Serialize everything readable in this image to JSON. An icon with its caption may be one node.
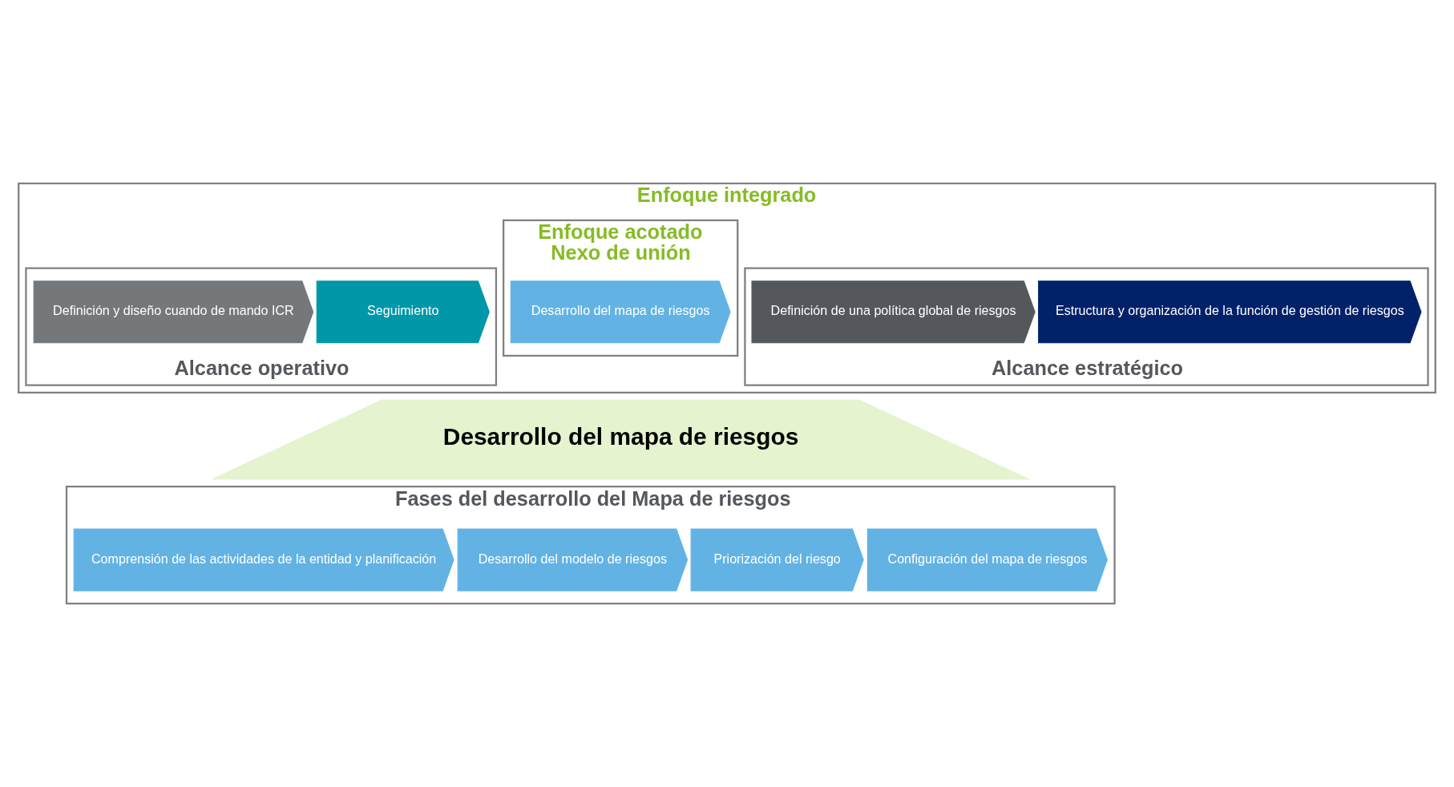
{
  "diagram": {
    "nodes": [
      {
        "text": [
          "Enfoque integrado"
        ]
      },
      {
        "text": [
          "Alcance estratégico"
        ],
        "in": 0
      },
      {
        "text": [
          "Definición de una política global de riesgos"
        ],
        "in": 1
      },
      {
        "text": [
          "Estructura y organización de la función de gestión de riesgos"
        ],
        "in": 1
      },
      {
        "text": [
          "Enfoque acotado",
          "Nexo de unión"
        ],
        "in": 0
      },
      {
        "text": [
          "Desarrollo del mapa de riesgos"
        ],
        "in": 4
      },
      {
        "text": [
          "Alcance operativo"
        ],
        "in": 0
      },
      {
        "text": [
          "Definición y diseño cuando de mando ICR"
        ],
        "in": 6
      },
      {
        "text": [
          "Seguimiento"
        ],
        "in": 6
      },
      {
        "text": [
          "Desarrollo del mapa de riesgos"
        ]
      },
      {
        "text": [
          "Fases del desarrollo del Mapa de riesgos"
        ]
      },
      {
        "text": [
          "Comprensión de las actividades de la entidad y planificación"
        ],
        "in": 10
      },
      {
        "text": [
          "Desarrollo del modelo de riesgos"
        ],
        "in": 10
      },
      {
        "text": [
          "Priorización del riesgo"
        ],
        "in": 10
      },
      {
        "text": [
          "Configuración del mapa de riesgos"
        ],
        "in": 10
      }
    ]
  }
}
